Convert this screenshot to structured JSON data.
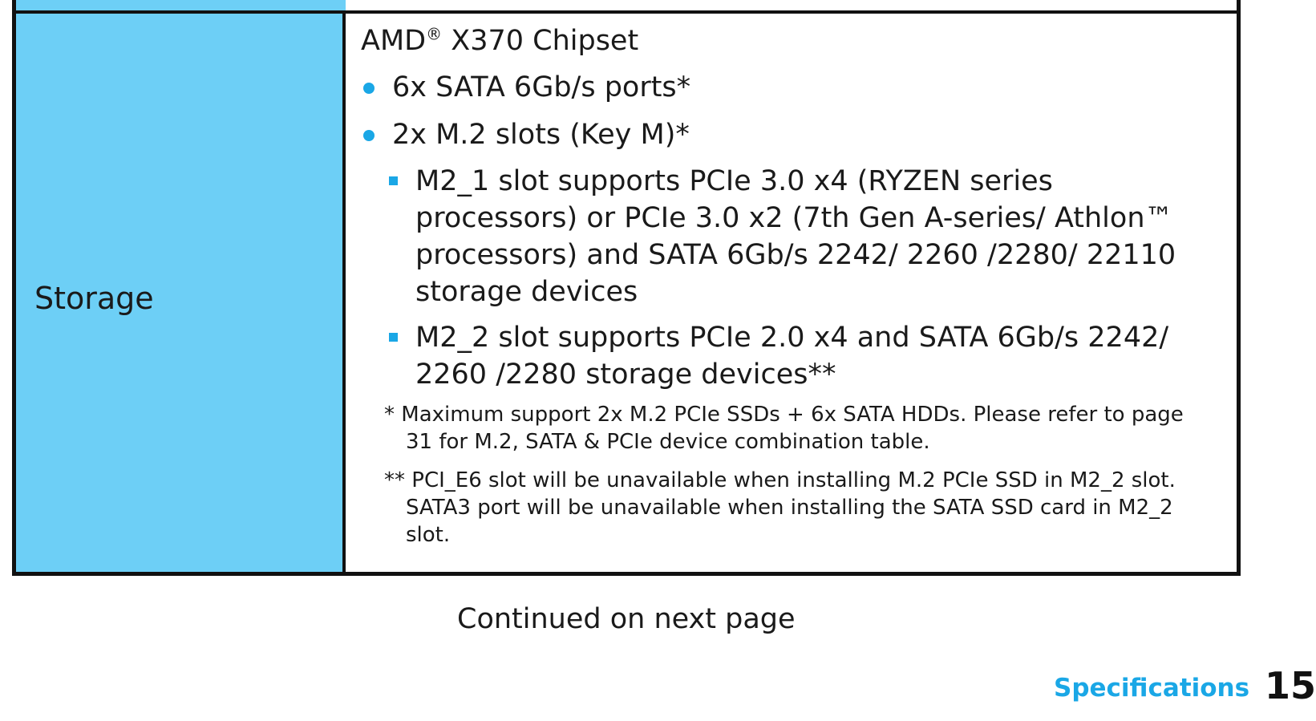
{
  "table": {
    "row_label": "Storage",
    "chipset_name": "AMD",
    "chipset_reg": "®",
    "chipset_model": " X370 Chipset",
    "bullets": [
      "6x SATA 6Gb/s ports*",
      "2x M.2 slots (Key M)*"
    ],
    "sub_bullets": [
      {
        "lines": [
          "M2_1 slot supports PCIe 3.0 x4 (RYZEN series",
          "processors) or PCIe 3.0 x2 (7th Gen A-series/ Athlon™",
          "processors) and SATA 6Gb/s 2242/ 2260 /2280/ 22110",
          "storage devices"
        ]
      },
      {
        "lines": [
          "M2_2 slot supports PCIe 2.0 x4 and SATA 6Gb/s 2242/",
          "2260 /2280 storage devices**"
        ]
      }
    ],
    "notes": [
      {
        "lines": [
          "* Maximum support 2x M.2 PCIe SSDs + 6x SATA HDDs. Please refer to page",
          "31 for M.2,  SATA & PCIe device combination table."
        ]
      },
      {
        "lines": [
          "** PCI_E6 slot will be unavailable when installing M.2 PCIe SSD in M2_2 slot.",
          "SATA3 port will be unavailable when installing the SATA SSD card in M2_2",
          "slot."
        ]
      }
    ]
  },
  "continued_text": "Continued on next page",
  "footer": {
    "section": "Specifications",
    "page_number": "15"
  },
  "colors": {
    "label_column": "#6dcff6",
    "accent_blue": "#1aa7e6",
    "border": "#111111"
  }
}
